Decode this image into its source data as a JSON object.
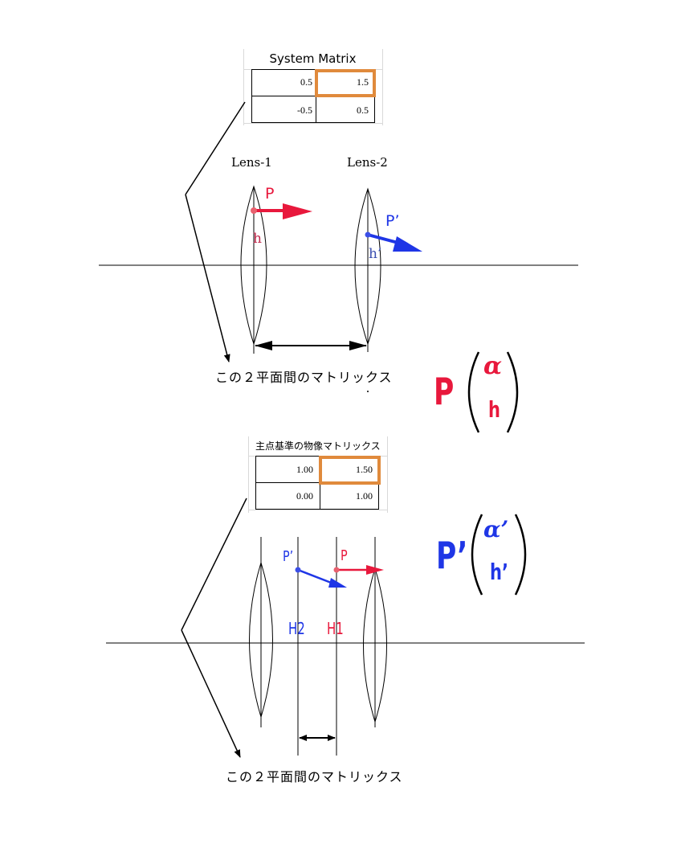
{
  "colors": {
    "red": "#e8183c",
    "blue": "#1f36e6",
    "orange": "#e08a3c",
    "line": "#000000"
  },
  "top": {
    "table": {
      "title": "System Matrix",
      "r1c1": "0.5",
      "r1c2": "1.5",
      "r2c1": "-0.5",
      "r2c2": "0.5"
    },
    "lens1_label": "Lens-1",
    "lens2_label": "Lens-2",
    "p_label": "P",
    "h_label": "h",
    "p_prime_label": "P’",
    "h_prime_label": "h’",
    "caption": "この２平面間のマトリックス"
  },
  "vector_top": {
    "symbol": "P",
    "alpha": "α",
    "h": "h"
  },
  "bottom": {
    "table": {
      "title": "主点基準の物像マトリックス",
      "r1c1": "1.00",
      "r1c2": "1.50",
      "r2c1": "0.00",
      "r2c2": "1.00"
    },
    "p_prime_label": "P’",
    "p_label": "P",
    "h2_label": "H2",
    "h1_label": "H1",
    "caption": "この２平面間のマトリックス"
  },
  "vector_bottom": {
    "symbol": "P’",
    "alpha": "α’",
    "h": "h’"
  }
}
